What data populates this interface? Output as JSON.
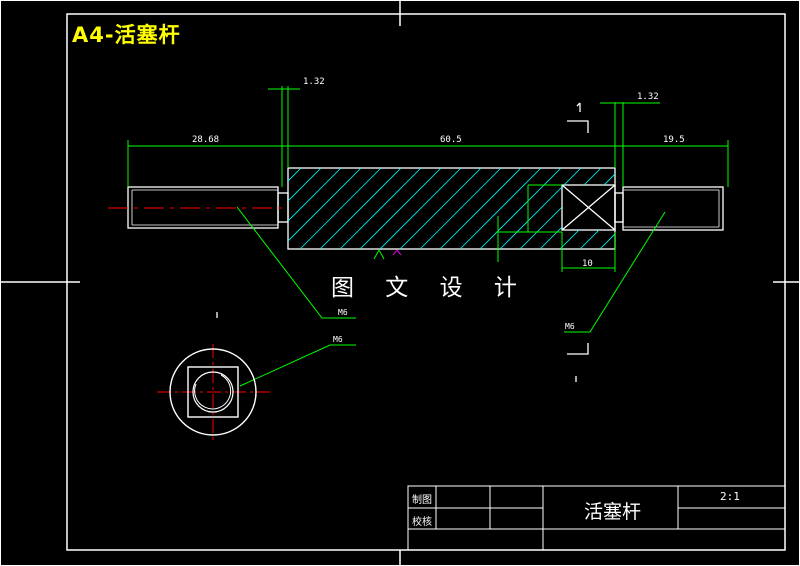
{
  "sheet": {
    "title": "A4-活塞杆"
  },
  "watermark": "图 文 设 计",
  "dimensions": {
    "gap_left": "1.32",
    "gap_right": "1.32",
    "length_left": "28.68",
    "length_middle": "60.5",
    "length_right": "19.5",
    "slot_width": "10"
  },
  "leaders": {
    "thread_left": "M6",
    "thread_right": "M6",
    "section_view": "M6"
  },
  "title_block": {
    "drawn_by": "制图",
    "checked_by": "校核",
    "part_name": "活塞杆",
    "scale": "2:1"
  },
  "colors": {
    "background": "#000000",
    "outline": "#ffffff",
    "dimension": "#00ff00",
    "hatch": "#00ffff",
    "centerline": "#ff0000",
    "title": "#ffff00",
    "marker": "#ff00ff"
  }
}
